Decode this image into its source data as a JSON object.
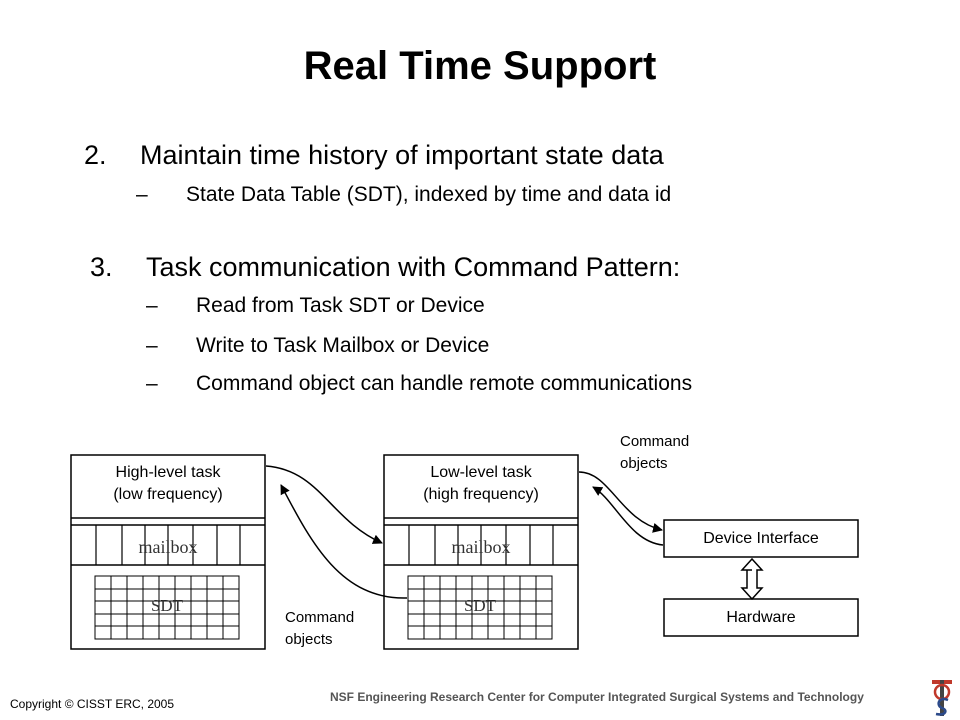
{
  "slide": {
    "title": "Real Time Support"
  },
  "points": [
    {
      "number": "2.",
      "text": "Maintain time history of important state data",
      "subitems": [
        "State Data Table (SDT), indexed by time and data id"
      ]
    },
    {
      "number": "3.",
      "text": "Task communication with Command Pattern:",
      "subitems": [
        "Read from Task SDT or Device",
        "Write to Task Mailbox or Device",
        "Command object can handle remote communications"
      ]
    }
  ],
  "dash": "–",
  "diagram": {
    "high_task": {
      "line1": "High-level task",
      "line2": "(low frequency)",
      "mailbox": "mailbox",
      "sdt": "SDT"
    },
    "low_task": {
      "line1": "Low-level task",
      "line2": "(high frequency)",
      "mailbox": "mailbox",
      "sdt": "SDT"
    },
    "device_interface": "Device Interface",
    "hardware": "Hardware",
    "command_objects_top": {
      "line1": "Command",
      "line2": "objects"
    },
    "command_objects_bottom": {
      "line1": "Command",
      "line2": "objects"
    }
  },
  "footer": {
    "copyright": "Copyright © CISST ERC, 2005",
    "center": "NSF Engineering Research Center for Computer Integrated Surgical Systems and Technology"
  }
}
